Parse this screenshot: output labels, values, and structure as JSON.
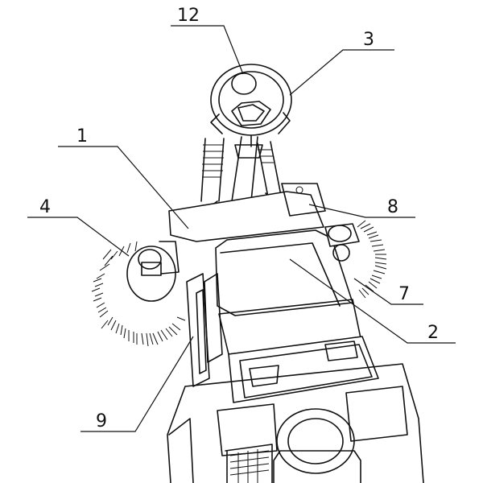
{
  "callouts": [
    {
      "id": "c12",
      "text": "12"
    },
    {
      "id": "c3",
      "text": "3"
    },
    {
      "id": "c1",
      "text": "1"
    },
    {
      "id": "c4",
      "text": "4"
    },
    {
      "id": "c8",
      "text": "8"
    },
    {
      "id": "c7",
      "text": "7"
    },
    {
      "id": "c2",
      "text": "2"
    },
    {
      "id": "c9",
      "text": "9"
    }
  ]
}
